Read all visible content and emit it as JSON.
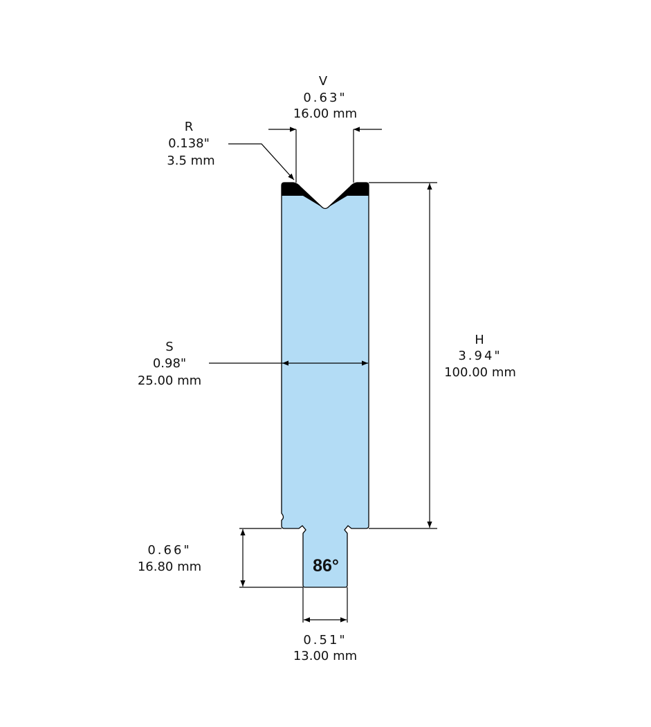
{
  "colors": {
    "die_body": "#b3dcf5",
    "edge": "#000000"
  },
  "dimensions": {
    "v": {
      "label": "V",
      "inch": "0.63\"",
      "mm": "16.00 mm"
    },
    "r": {
      "label": "R",
      "inch": "0.138\"",
      "mm": "3.5 mm"
    },
    "s": {
      "label": "S",
      "inch": "0.98\"",
      "mm": "25.00 mm"
    },
    "h": {
      "label": "H",
      "inch": "3.94\"",
      "mm": "100.00 mm"
    },
    "tang_height": {
      "inch": "0.66\"",
      "mm": "16.80 mm"
    },
    "tang_width": {
      "inch": "0.51\"",
      "mm": "13.00 mm"
    }
  },
  "angle": "86°"
}
